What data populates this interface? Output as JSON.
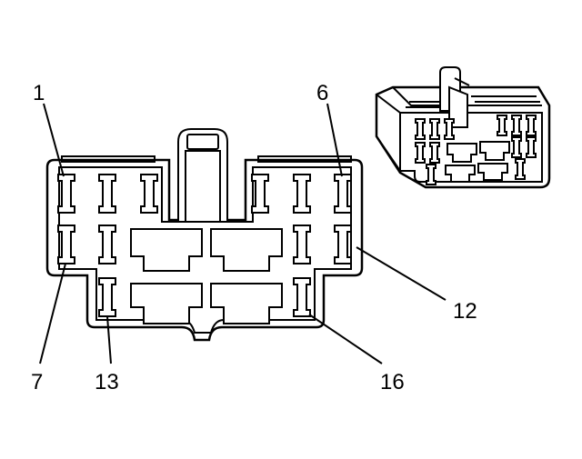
{
  "labels": {
    "pin_1": "1",
    "pin_6": "6",
    "pin_7": "7",
    "pin_12": "12",
    "pin_13": "13",
    "pin_16": "16"
  },
  "colors": {
    "stroke": "#000000",
    "background": "#ffffff"
  }
}
